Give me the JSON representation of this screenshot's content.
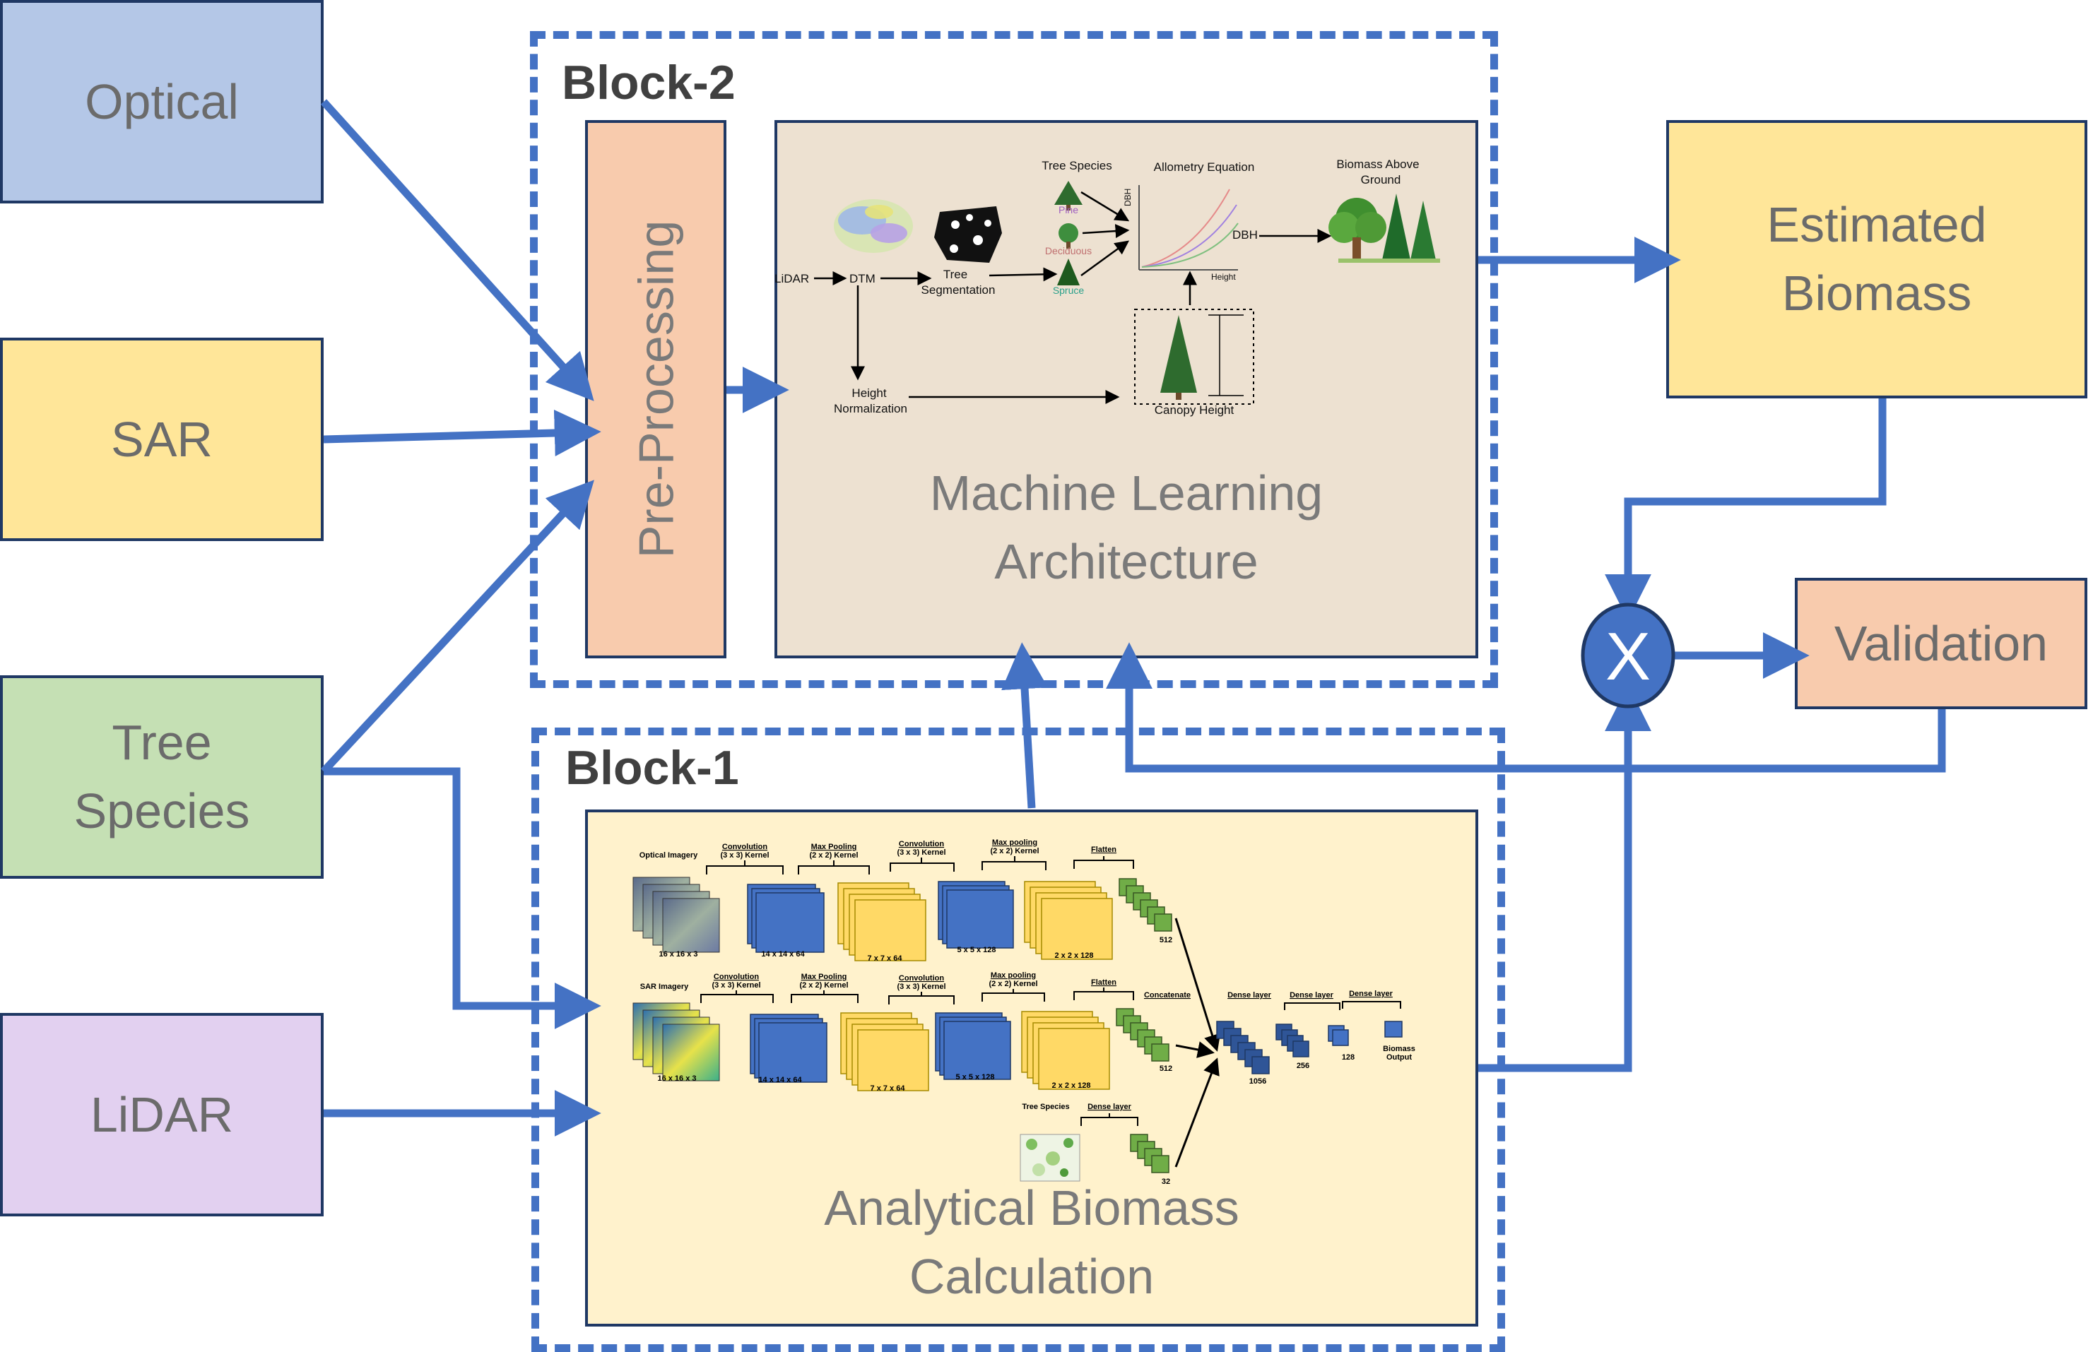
{
  "inputs": {
    "optical": "Optical",
    "sar": "SAR",
    "tree_species": "Tree\nSpecies",
    "lidar": "LiDAR"
  },
  "blocks": {
    "block2_title": "Block-2",
    "block1_title": "Block-1",
    "preprocessing": "Pre-Processing",
    "ml_architecture": "Machine Learning\nArchitecture",
    "analytical": "Analytical Biomass\nCalculation"
  },
  "outputs": {
    "estimated_biomass": "Estimated\nBiomass",
    "validation": "Validation",
    "multiply_symbol": "X"
  },
  "ml_pipeline": {
    "lidar": "LiDAR",
    "dtm": "DTM",
    "tree_segmentation_1": "Tree",
    "tree_segmentation_2": "Segmentation",
    "height_norm_1": "Height",
    "height_norm_2": "Normalization",
    "tree_species": "Tree Species",
    "pine": "Pine",
    "deciduous": "Deciduous",
    "spruce": "Spruce",
    "allometry": "Allometry Equation",
    "dbh_axis": "DBH",
    "height_axis": "Height",
    "dbh": "DBH",
    "biomass_above_1": "Biomass Above",
    "biomass_above_2": "Ground",
    "canopy_height": "Canopy Height"
  },
  "cnn": {
    "optical_imagery": "Optical Imagery",
    "sar_imagery": "SAR Imagery",
    "tree_species": "Tree Species",
    "conv_title": "Convolution",
    "conv_kernel": "(3 x 3) Kernel",
    "maxpool_title": "Max Pooling",
    "maxpool_title_lower": "Max pooling",
    "maxpool_kernel": "(2 x 2) Kernel",
    "flatten": "Flatten",
    "concatenate": "Concatenate",
    "dense_layer": "Dense layer",
    "biomass_output_1": "Biomass",
    "biomass_output_2": "Output",
    "dims_input": "16 x 16 x 3",
    "dims_conv1": "14 x 14 x 64",
    "dims_pool1": "7 x 7 x 64",
    "dims_conv2": "5 x  5 x 128",
    "dims_pool2": "2 x 2 x 128",
    "dims_flat": "512",
    "dims_species_dense": "32",
    "dims_dense1": "1056",
    "dims_dense2": "256",
    "dims_dense3": "128"
  },
  "colors": {
    "arrow": "#4472c4",
    "border": "#1f3864",
    "optical": "#b4c7e7",
    "sar": "#ffe699",
    "tree_species": "#c5e0b4",
    "lidar": "#e2d0f0",
    "preprocessing": "#f8cbad",
    "ml_fill": "#ede1d1",
    "analytical_fill": "#fff2cc",
    "estimated": "#ffe699",
    "validation": "#f8cbad",
    "cnn_blue": "#4472c4",
    "cnn_yellow": "#ffd966",
    "cnn_green": "#70ad47"
  }
}
